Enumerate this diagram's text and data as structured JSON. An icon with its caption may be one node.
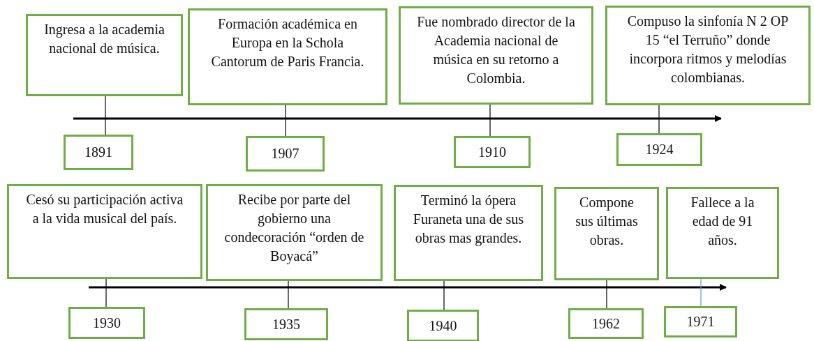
{
  "diagram": {
    "nodes": [
      {
        "text": [
          "Ingresa a la academia nacional de música."
        ]
      },
      {
        "text": [
          "Formación académica en Europa en la Schola Cantorum de Paris Francia."
        ]
      },
      {
        "text": [
          "Fue nombrado director de la Academia nacional de música en su retorno a Colombia."
        ]
      },
      {
        "text": [
          "Compuso la sinfonía N 2 OP 15 “el Terruño” donde incorpora ritmos y melodías colombianas."
        ]
      },
      {
        "text": [
          "1891"
        ]
      },
      {
        "text": [
          "1907"
        ]
      },
      {
        "text": [
          "1910"
        ]
      },
      {
        "text": [
          "1924"
        ]
      },
      {
        "text": [
          "Cesó su participación activa a la vida musical del país."
        ]
      },
      {
        "text": [
          "Recibe por parte del gobierno una condecoración “orden de Boyacá”"
        ]
      },
      {
        "text": [
          "Terminó la ópera Furaneta una  de sus obras mas grandes."
        ]
      },
      {
        "text": [
          "Compone sus últimas obras."
        ]
      },
      {
        "text": [
          "Fallece a la edad de 91 años."
        ]
      },
      {
        "text": [
          "1930"
        ]
      },
      {
        "text": [
          "1935"
        ]
      },
      {
        "text": [
          "1940"
        ]
      },
      {
        "text": [
          "1962"
        ]
      },
      {
        "text": [
          "1971"
        ]
      }
    ],
    "edges": [
      {
        "from": 0,
        "to": 4,
        "arrow": "none"
      },
      {
        "from": 1,
        "to": 5,
        "arrow": "none"
      },
      {
        "from": 2,
        "to": 6,
        "arrow": "none"
      },
      {
        "from": 3,
        "to": 7,
        "arrow": "none"
      },
      {
        "from": 8,
        "to": 13,
        "arrow": "none"
      },
      {
        "from": 9,
        "to": 14,
        "arrow": "none"
      },
      {
        "from": 10,
        "to": 15,
        "arrow": "none"
      },
      {
        "from": 11,
        "to": 16,
        "arrow": "none"
      },
      {
        "from": 12,
        "to": 17,
        "arrow": "none",
        "color": "#5b9bd5"
      }
    ]
  }
}
